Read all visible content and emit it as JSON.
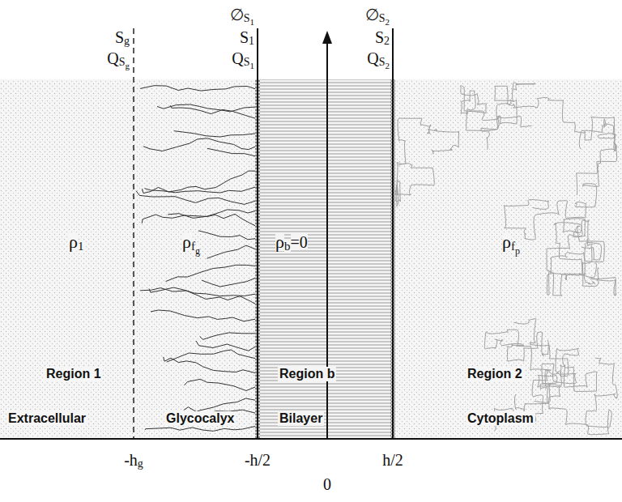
{
  "diagram": {
    "nodes": [
      {
        "text": [
          "ρ",
          "1",
          "Region 1",
          "Extracellular"
        ]
      },
      {
        "text": [
          "ρ",
          "f",
          "g",
          "Glycocalyx"
        ]
      },
      {
        "text": [
          "ρ",
          "b",
          " =0",
          "Region b",
          "Bilayer"
        ]
      },
      {
        "text": [
          "ρ",
          "f",
          "p",
          "Region 2",
          "Cytoplasm"
        ]
      }
    ],
    "labels": [
      "S",
      "g",
      "Q",
      "S",
      "g",
      "∅",
      "S",
      "1",
      "S",
      "1",
      "Q",
      "S",
      "1",
      "∅",
      "S",
      "2",
      "S",
      "2",
      "Q",
      "S",
      "2",
      "-h",
      "g",
      "-h/2",
      "h/2",
      "0"
    ]
  }
}
